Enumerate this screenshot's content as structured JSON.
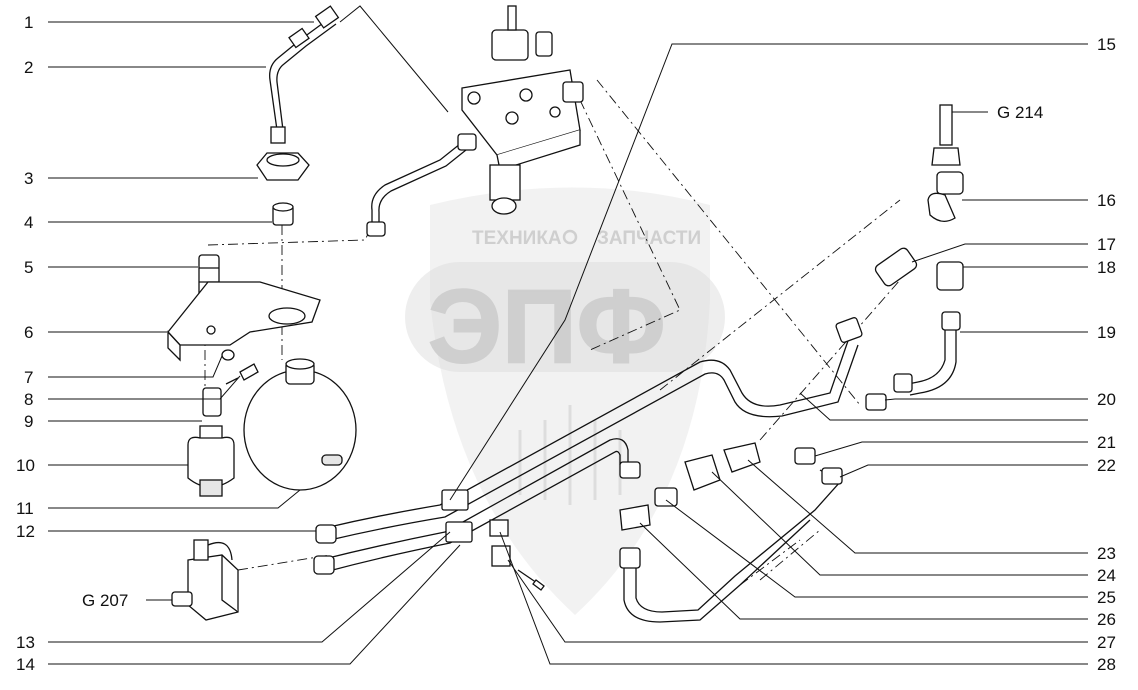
{
  "watermark": {
    "top_text": "ТЕХНИКА",
    "top_text_right": "ЗАПЧАСТИ",
    "main_text": "ЭПФ"
  },
  "labels_left": [
    "1",
    "2",
    "3",
    "4",
    "5",
    "6",
    "7",
    "8",
    "9",
    "10",
    "11",
    "12",
    "13",
    "14"
  ],
  "labels_right": [
    "15",
    "16",
    "17",
    "18",
    "19",
    "20",
    "21",
    "22",
    "23",
    "24",
    "25",
    "26",
    "27",
    "28"
  ],
  "refs": {
    "g214": "G 214",
    "g207": "G 207"
  }
}
